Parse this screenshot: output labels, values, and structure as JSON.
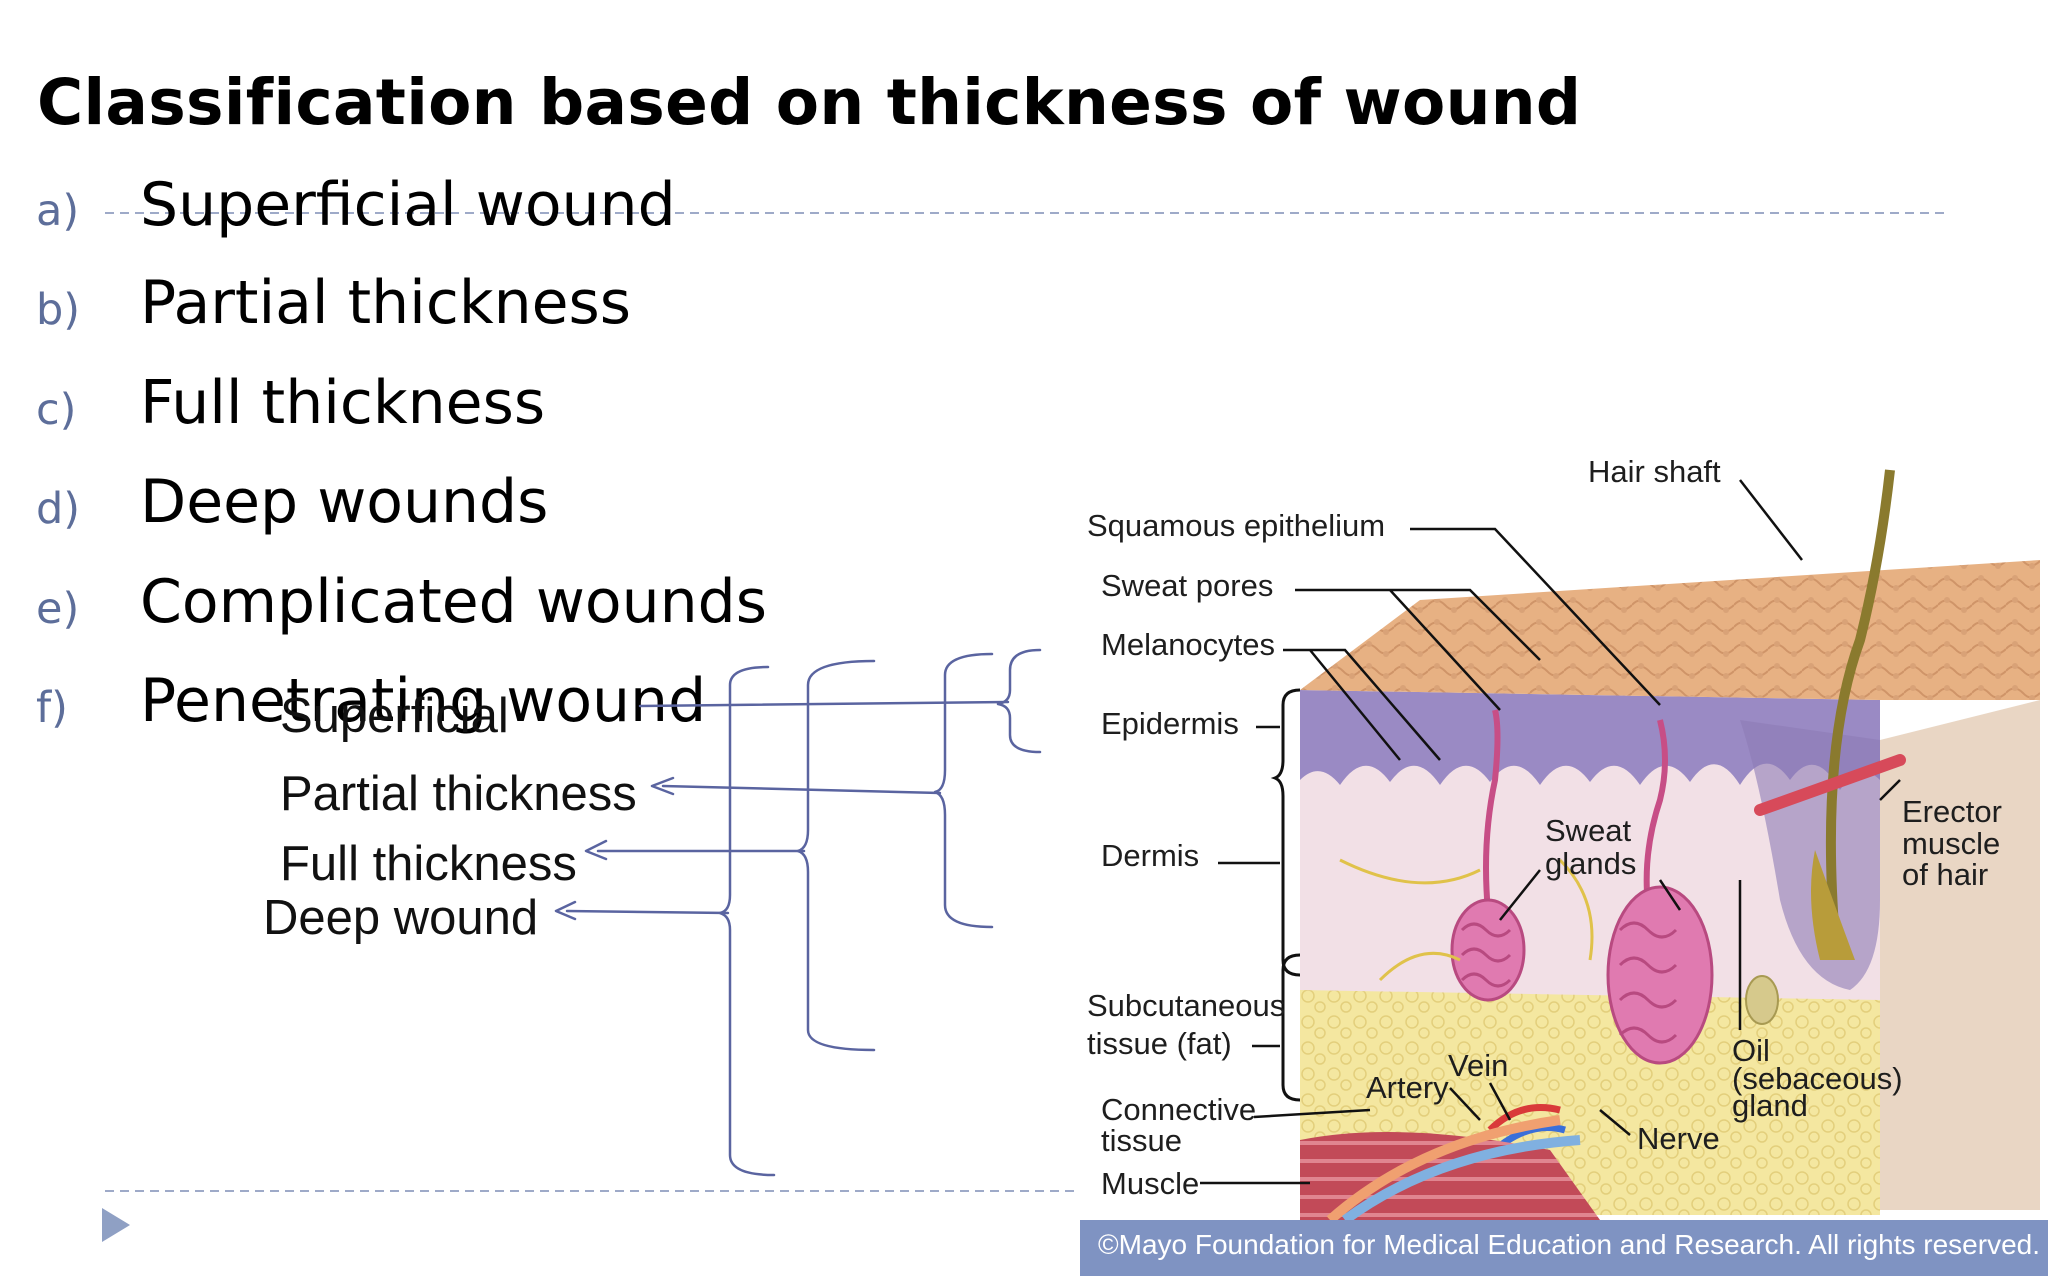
{
  "slide": {
    "title": "Classification based on thickness of wound",
    "items": [
      {
        "marker": "a)",
        "text": "Superficial wound"
      },
      {
        "marker": "b)",
        "text": "Partial thickness"
      },
      {
        "marker": "c)",
        "text": "Full thickness"
      },
      {
        "marker": "d)",
        "text": "Deep wounds"
      },
      {
        "marker": "e)",
        "text": "Complicated wounds"
      },
      {
        "marker": "f)",
        "text": "Penetrating wound"
      }
    ]
  },
  "annotations": {
    "superficial": "Superficial",
    "partial": "Partial thickness",
    "full": "Full thickness",
    "deep": "Deep wound"
  },
  "diagram": {
    "labels": {
      "hair_shaft": "Hair shaft",
      "squamous": "Squamous epithelium",
      "sweat_pores": "Sweat pores",
      "melanocytes": "Melanocytes",
      "epidermis": "Epidermis",
      "dermis": "Dermis",
      "sweat_glands_1": "Sweat",
      "sweat_glands_2": "glands",
      "erector_1": "Erector",
      "erector_2": "muscle",
      "erector_3": "of hair",
      "subcut_1": "Subcutaneous",
      "subcut_2": "tissue (fat)",
      "vein": "Vein",
      "artery": "Artery",
      "oil_1": "Oil",
      "oil_2": "(sebaceous)",
      "oil_3": "gland",
      "connective_1": "Connective",
      "connective_2": "tissue",
      "nerve": "Nerve",
      "muscle": "Muscle"
    },
    "copyright": "©Mayo Foundation for Medical Education and Research.  All rights reserved."
  },
  "colors": {
    "marker": "#5d6e9a",
    "annotation_ink": "#5a64a0",
    "epidermis": "#9a8ac4",
    "dermis": "#f2e0e6",
    "fat": "#f4e7a0",
    "muscle": "#c24a58",
    "surface": "#e7b183",
    "copyright_bar": "#7f93c2"
  }
}
